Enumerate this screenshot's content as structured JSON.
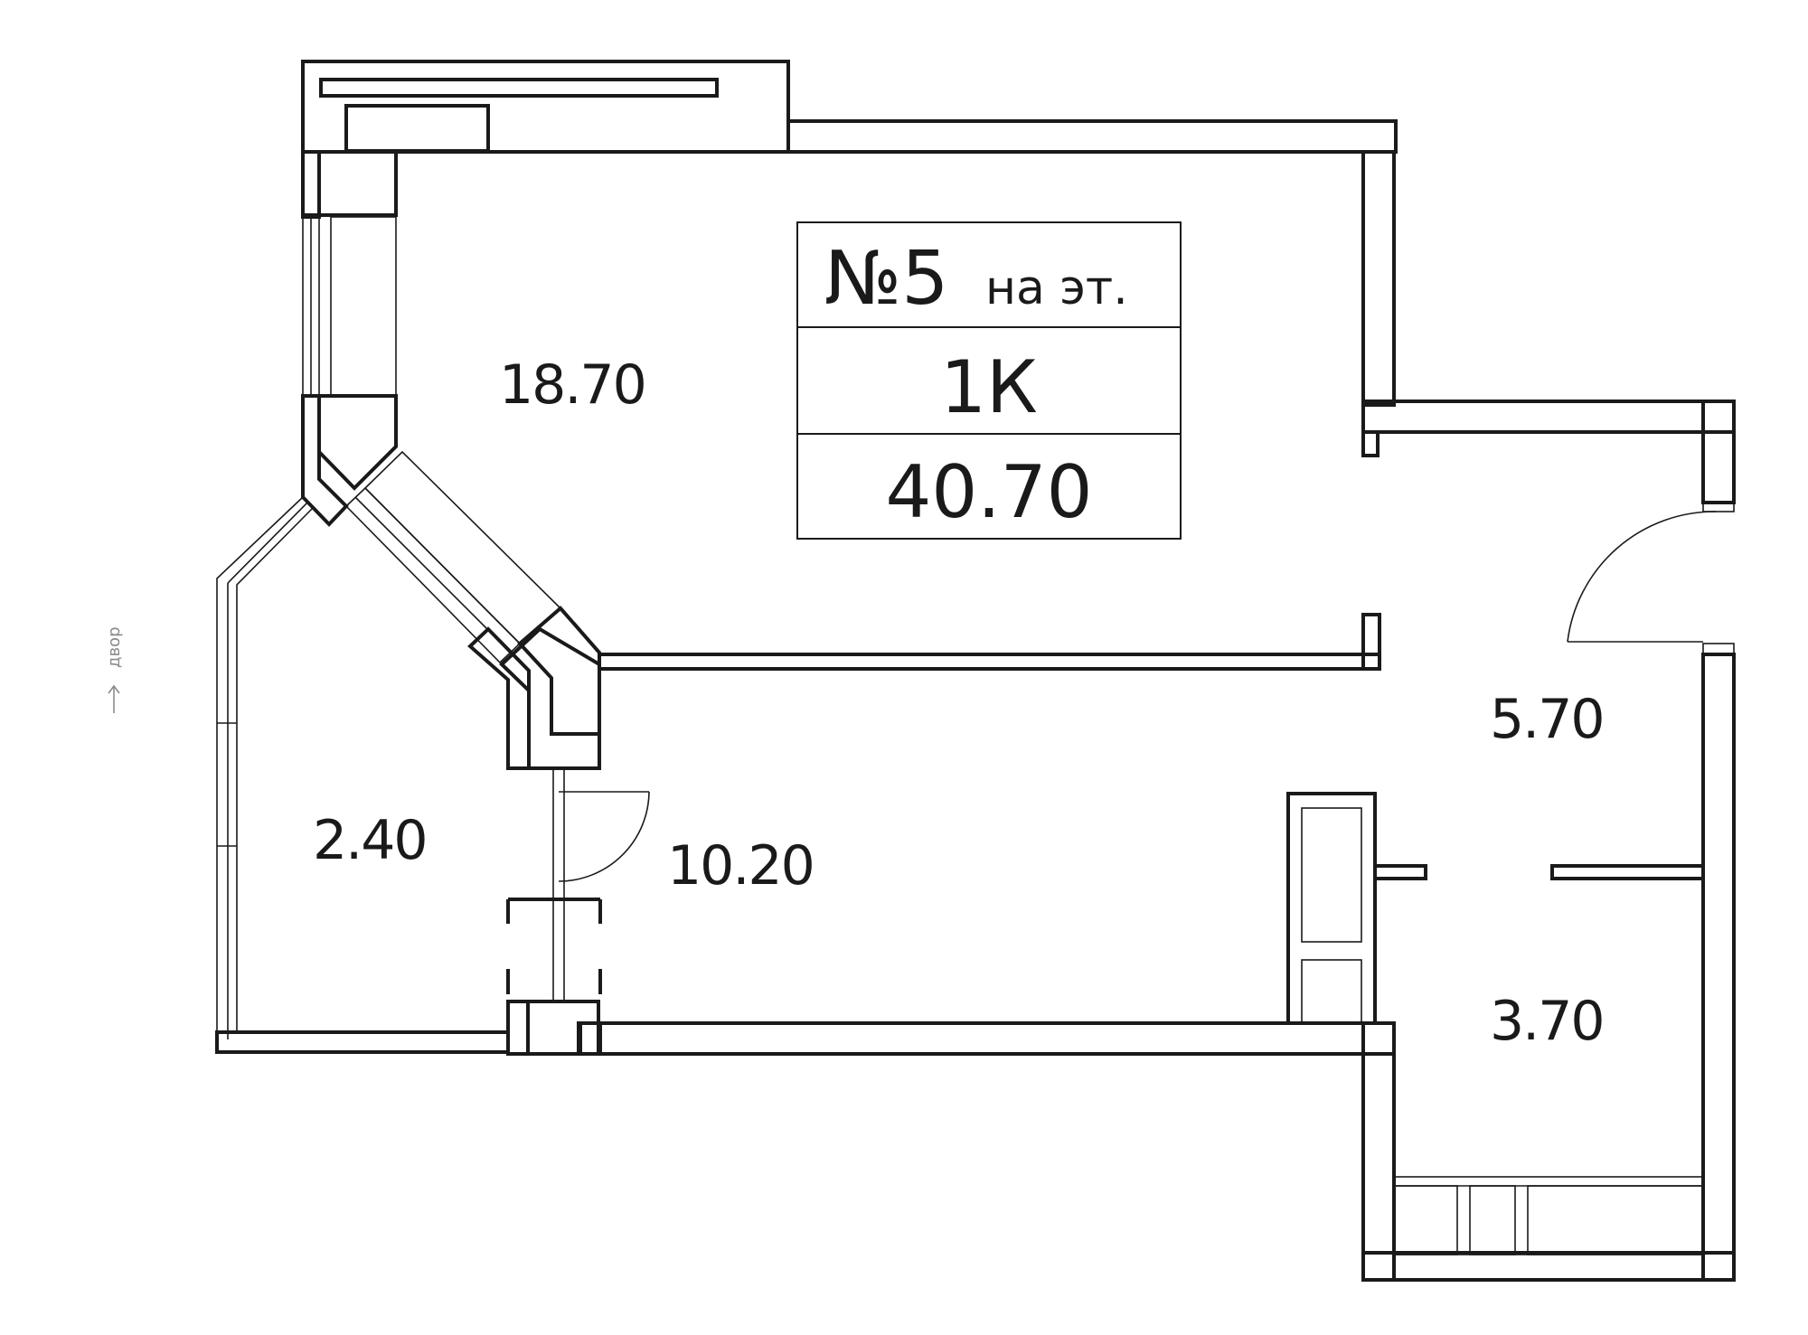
{
  "info_box": {
    "number": "№5",
    "number_suffix": "на эт.",
    "type": "1К",
    "total_area": "40.70"
  },
  "rooms": {
    "living_room_area": "18.70",
    "balcony_area": "2.40",
    "kitchen_area": "10.20",
    "hall_area": "5.70",
    "bathroom_area": "3.70"
  },
  "orientation_label": "двор"
}
